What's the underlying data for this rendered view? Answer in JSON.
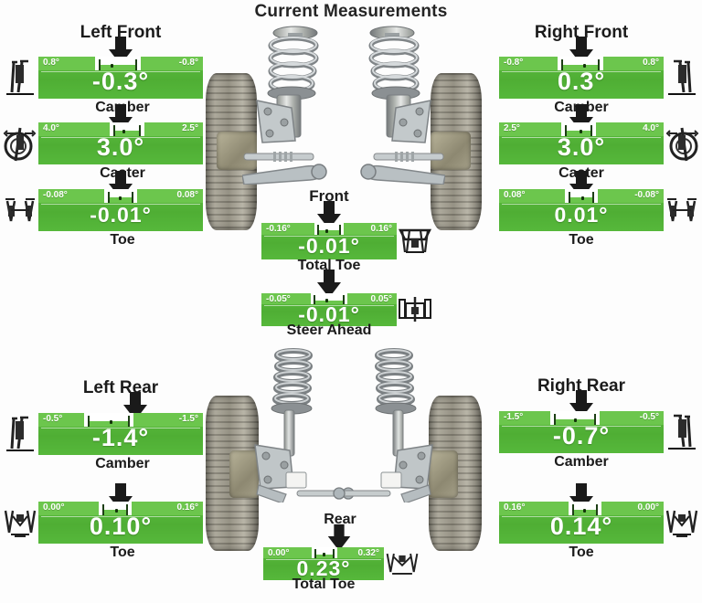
{
  "header": {
    "title": "Current Measurements"
  },
  "corners": {
    "left_front": "Left Front",
    "right_front": "Right Front",
    "left_rear": "Left Rear",
    "right_rear": "Right Rear",
    "front": "Front",
    "rear": "Rear"
  },
  "captions": {
    "camber": "Camber",
    "caster": "Caster",
    "toe": "Toe",
    "total_toe": "Total Toe",
    "steer_ahead": "Steer Ahead"
  },
  "measurements": {
    "left_front_camber": {
      "name": "Camber",
      "value": "-0.3°",
      "min_label": "0.8°",
      "max_label": "-0.8°",
      "status": "in-spec",
      "icon": "camber-icon"
    },
    "left_front_caster": {
      "name": "Caster",
      "value": "3.0°",
      "min_label": "4.0°",
      "max_label": "2.5°",
      "status": "in-spec",
      "icon": "caster-icon"
    },
    "left_front_toe": {
      "name": "Toe",
      "value": "-0.01°",
      "min_label": "-0.08°",
      "max_label": "0.08°",
      "status": "in-spec",
      "icon": "toe-icon"
    },
    "right_front_camber": {
      "name": "Camber",
      "value": "0.3°",
      "min_label": "-0.8°",
      "max_label": "0.8°",
      "status": "in-spec",
      "icon": "camber-icon"
    },
    "right_front_caster": {
      "name": "Caster",
      "value": "3.0°",
      "min_label": "2.5°",
      "max_label": "4.0°",
      "status": "in-spec",
      "icon": "caster-icon"
    },
    "right_front_toe": {
      "name": "Toe",
      "value": "0.01°",
      "min_label": "0.08°",
      "max_label": "-0.08°",
      "status": "in-spec",
      "icon": "toe-icon"
    },
    "front_total_toe": {
      "name": "Total Toe",
      "value": "-0.01°",
      "min_label": "-0.16°",
      "max_label": "0.16°",
      "status": "in-spec",
      "icon": "total-toe-icon"
    },
    "steer_ahead": {
      "name": "Steer Ahead",
      "value": "-0.01°",
      "min_label": "-0.05°",
      "max_label": "0.05°",
      "status": "in-spec",
      "icon": "steer-ahead-icon"
    },
    "left_rear_camber": {
      "name": "Camber",
      "value": "-1.4°",
      "min_label": "-0.5°",
      "max_label": "-1.5°",
      "status": "in-spec",
      "icon": "camber-icon"
    },
    "left_rear_toe": {
      "name": "Toe",
      "value": "0.10°",
      "min_label": "0.00°",
      "max_label": "0.16°",
      "status": "in-spec",
      "icon": "toe-icon"
    },
    "right_rear_camber": {
      "name": "Camber",
      "value": "-0.7°",
      "min_label": "-1.5°",
      "max_label": "-0.5°",
      "status": "in-spec",
      "icon": "camber-icon"
    },
    "right_rear_toe": {
      "name": "Toe",
      "value": "0.14°",
      "min_label": "0.16°",
      "max_label": "0.00°",
      "status": "in-spec",
      "icon": "toe-icon"
    },
    "rear_total_toe": {
      "name": "Total Toe",
      "value": "0.23°",
      "min_label": "0.00°",
      "max_label": "0.32°",
      "status": "in-spec",
      "icon": "total-toe-icon"
    }
  },
  "colors": {
    "in_spec_green": "#55b53a",
    "bar_light_green": "#6cc64d",
    "value_text": "#ffffff",
    "label_text": "#1b1b1b",
    "background": "#ffffff"
  }
}
